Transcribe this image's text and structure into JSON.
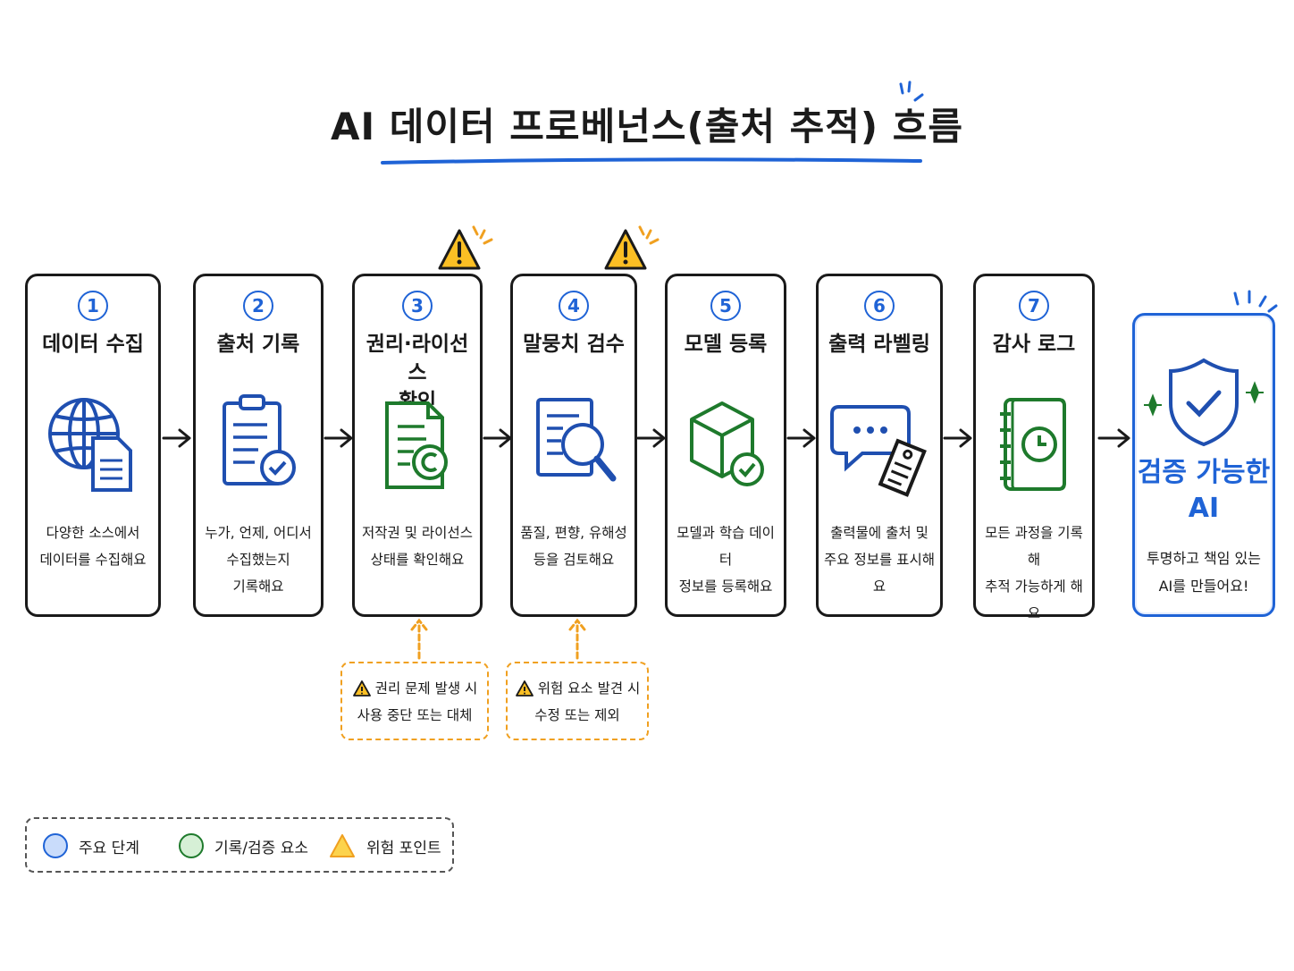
{
  "title": "AI 데이터 프로베넌스(출처 추적) 흐름",
  "colors": {
    "primary_blue": "#1f63d6",
    "green": "#1e7a2c",
    "warning_orange": "#f0a020",
    "ink": "#1a1a1a"
  },
  "steps": [
    {
      "number": "1",
      "title": "데이터 수집",
      "icon": "globe-document-icon",
      "desc": "다양한 소스에서\n데이터를 수집해요"
    },
    {
      "number": "2",
      "title": "출처 기록",
      "icon": "clipboard-check-icon",
      "desc": "누가, 언제, 어디서\n수집했는지\n기록해요"
    },
    {
      "number": "3",
      "title": "권리·라이선스\n확인",
      "icon": "copyright-document-icon",
      "desc": "저작권 및 라이선스\n상태를 확인해요"
    },
    {
      "number": "4",
      "title": "말뭉치 검수",
      "icon": "document-magnifier-icon",
      "desc": "품질, 편향, 유해성\n등을 검토해요"
    },
    {
      "number": "5",
      "title": "모델 등록",
      "icon": "cube-check-icon",
      "desc": "모델과 학습 데이터\n정보를 등록해요"
    },
    {
      "number": "6",
      "title": "출력 라벨링",
      "icon": "chat-tag-icon",
      "desc": "출력물에 출처 및\n주요 정보를 표시해요"
    },
    {
      "number": "7",
      "title": "감사 로그",
      "icon": "log-book-clock-icon",
      "desc": "모든 과정을 기록해\n추적 가능하게 해요"
    }
  ],
  "final": {
    "title": "검증 가능한\nAI",
    "desc": "투명하고 책임 있는\nAI를 만들어요!",
    "icon": "shield-check-icon"
  },
  "risks": [
    {
      "line1": "권리 문제 발생 시",
      "line2": "사용 중단 또는 대체"
    },
    {
      "line1": "위험 요소 발견 시",
      "line2": "수정 또는 제외"
    }
  ],
  "legend": [
    {
      "label": "주요 단계"
    },
    {
      "label": "기록/검증 요소"
    },
    {
      "label": "위험 포인트"
    }
  ]
}
